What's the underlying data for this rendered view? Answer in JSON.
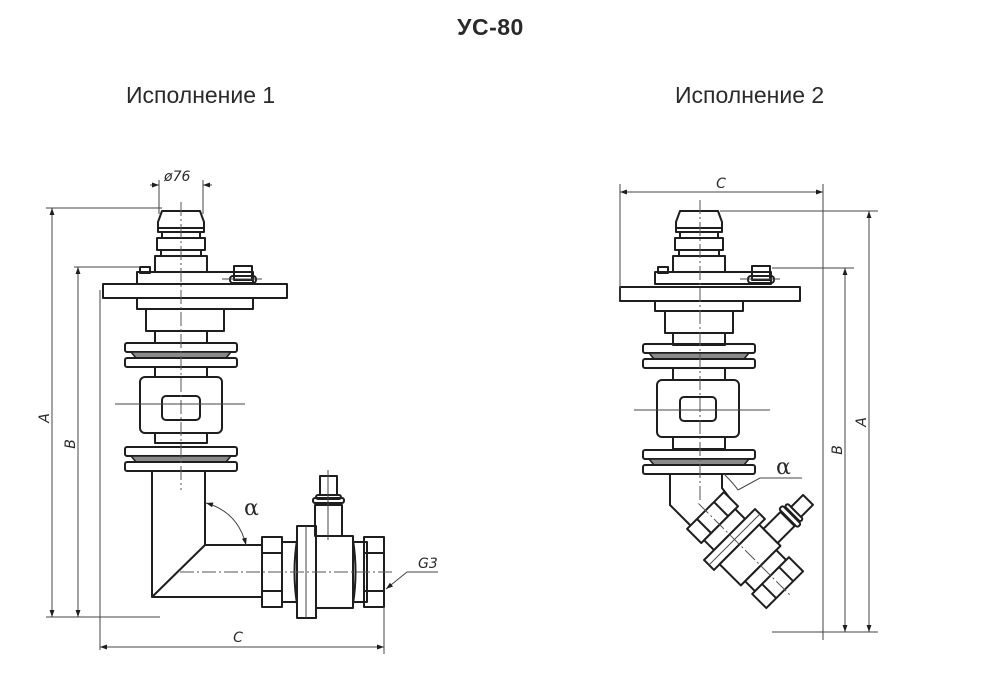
{
  "title": "УС-80",
  "variants": [
    {
      "heading": "Исполнение 1",
      "labels": {
        "diameter": "ø76",
        "dim_a": "A",
        "dim_b": "B",
        "dim_c": "C",
        "angle": "α",
        "thread": "G3"
      }
    },
    {
      "heading": "Исполнение 2",
      "labels": {
        "dim_a": "A",
        "dim_b": "B",
        "dim_c": "C",
        "angle": "α"
      }
    }
  ],
  "colors": {
    "line": "#1e1e1e",
    "text": "#2a2a2a",
    "background": "#ffffff"
  }
}
